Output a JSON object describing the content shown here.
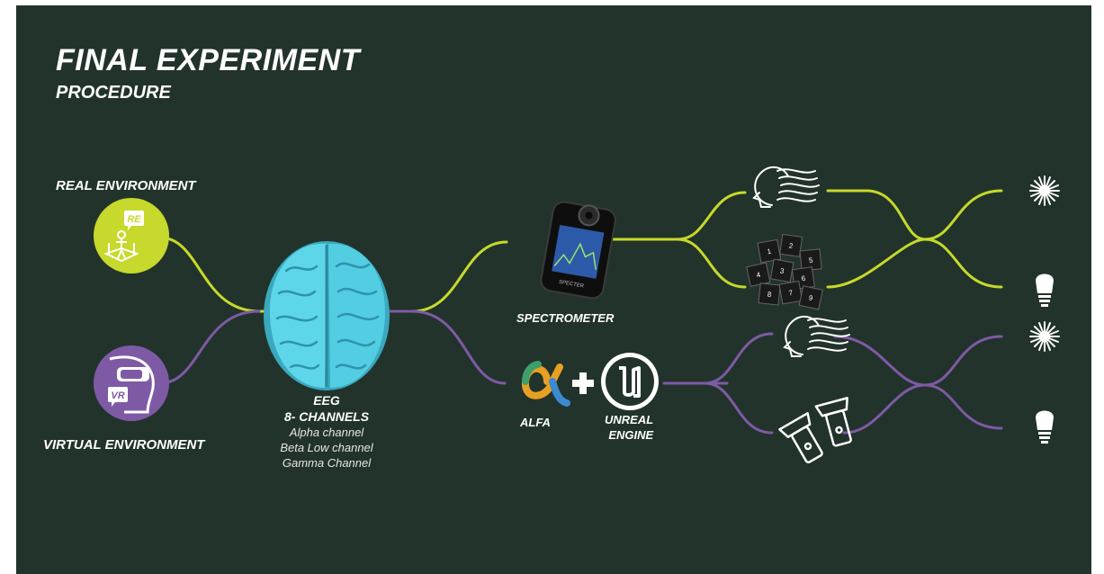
{
  "title": "FINAL EXPERIMENT",
  "subtitle": "PROCEDURE",
  "environments": {
    "real": {
      "label": "REAL ENVIRONMENT",
      "badge": "RE",
      "color": "#c6d92c"
    },
    "virtual": {
      "label": "VIRTUAL ENVIRONMENT",
      "badge": "VR",
      "color": "#7e5aa5"
    }
  },
  "eeg": {
    "heading_1": "EEG",
    "heading_2": "8- CHANNELS",
    "channels": [
      "Alpha channel",
      "Beta Low channel",
      "Gamma Channel"
    ]
  },
  "spectrometer": {
    "label": "SPECTROMETER",
    "brand": "SPECTER"
  },
  "alfa": {
    "label": "ALFA"
  },
  "unreal": {
    "label": "UNREAL\nENGINE"
  },
  "stimuli_cards": [
    "1",
    "2",
    "3",
    "4",
    "5",
    "6",
    "7",
    "8",
    "9"
  ],
  "icons": [
    "brain-icon",
    "re-badge-icon",
    "vr-headset-icon",
    "spectrometer-icon",
    "alfa-logo-icon",
    "plus-icon",
    "unreal-logo-icon",
    "head-waves-icon",
    "number-cards-icon",
    "flashlights-icon",
    "burst-light-icon",
    "bulb-icon"
  ],
  "colors": {
    "background": "#22332b",
    "real_path": "#c6d92c",
    "virtual_path": "#7e5aa5",
    "brain": "#55d3e8"
  }
}
